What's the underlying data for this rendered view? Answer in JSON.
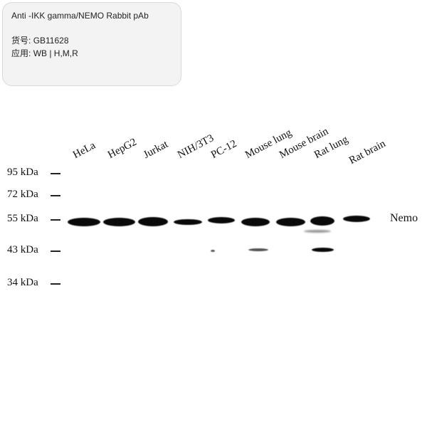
{
  "product": {
    "title": "Anti -IKK gamma/NEMO Rabbit pAb",
    "catalog_label": "货号:",
    "catalog_value": "GB11628",
    "application_label": "应用:",
    "application_value": "WB | H,M,R"
  },
  "blot": {
    "lanes": [
      "HeLa",
      "HepG2",
      "Jurkat",
      "NIH/3T3",
      "PC-12",
      "Mouse lung",
      "Mouse brain",
      "Rat lung",
      "Rat brain"
    ],
    "markers": [
      "95 kDa",
      "72 kDa",
      "55 kDa",
      "43 kDa",
      "34 kDa"
    ],
    "target": "Nemo"
  }
}
